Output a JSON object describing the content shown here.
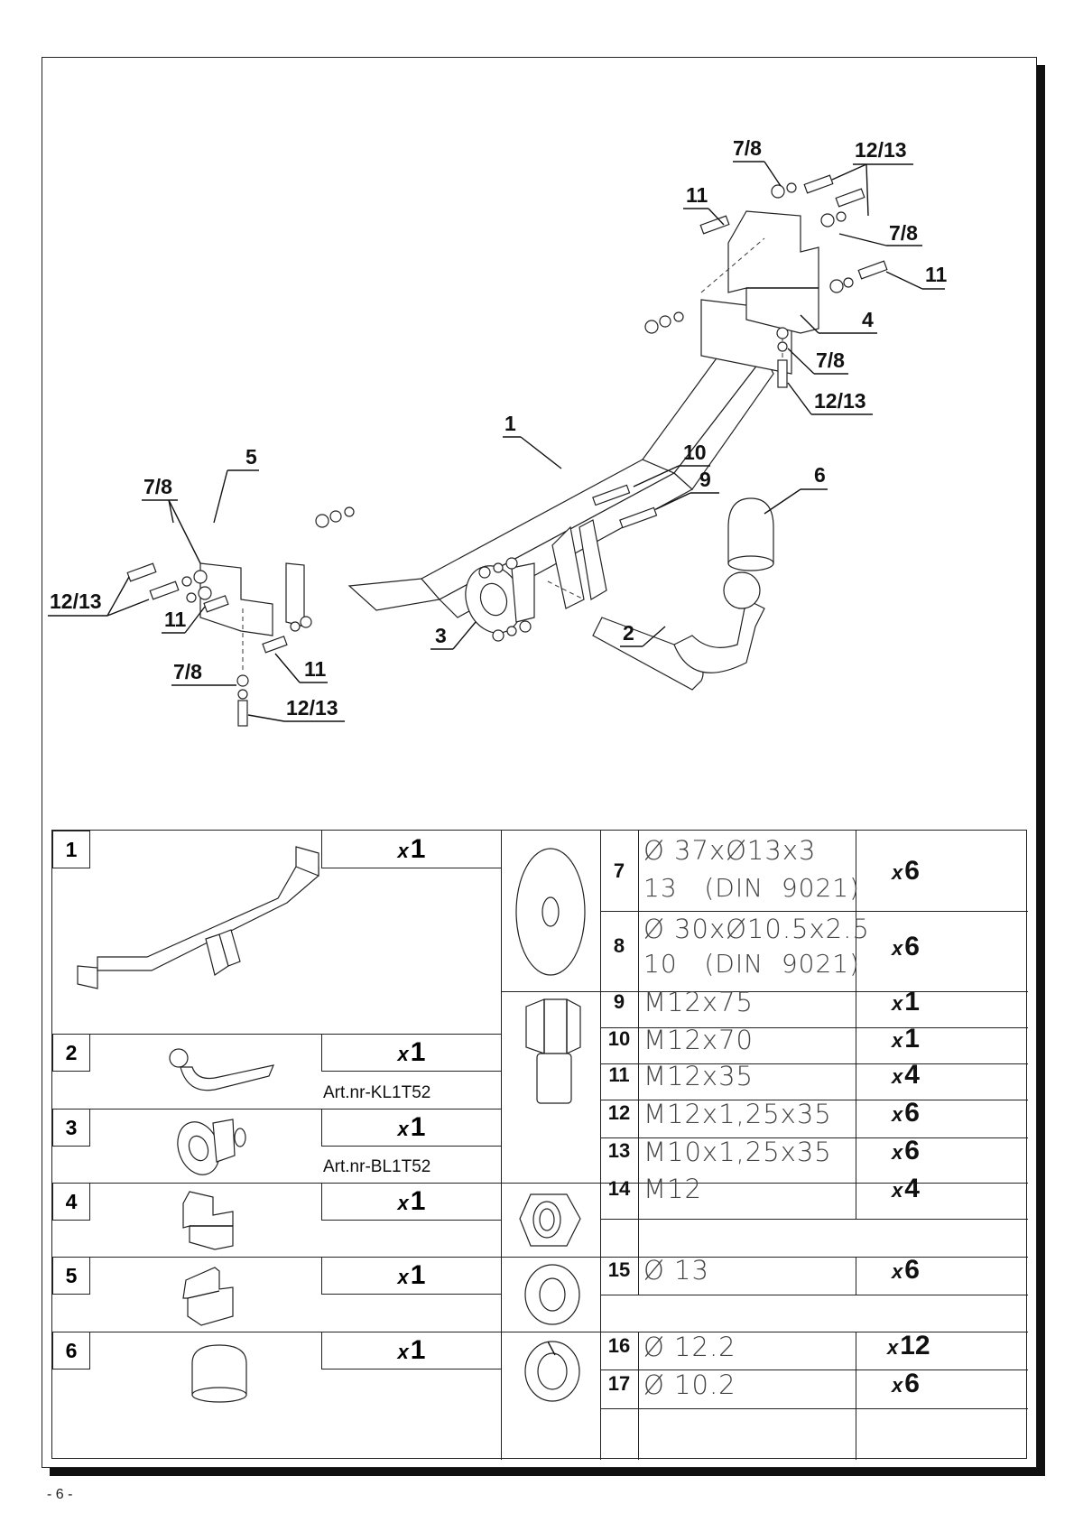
{
  "diagram": {
    "labels": [
      "1",
      "2",
      "3",
      "4",
      "5",
      "6",
      "7/8",
      "7/8",
      "7/8",
      "7/8",
      "7/8",
      "9",
      "10",
      "11",
      "11",
      "11",
      "11",
      "12/13",
      "12/13",
      "12/13",
      "12/13"
    ]
  },
  "parts": {
    "rows": [
      {
        "no": "1",
        "qty_prefix": "x",
        "qty": "1",
        "art": ""
      },
      {
        "no": "2",
        "qty_prefix": "x",
        "qty": "1",
        "art": "Art.nr-KL1T52"
      },
      {
        "no": "3",
        "qty_prefix": "x",
        "qty": "1",
        "art": "Art.nr-BL1T52"
      },
      {
        "no": "4",
        "qty_prefix": "x",
        "qty": "1",
        "art": ""
      },
      {
        "no": "5",
        "qty_prefix": "x",
        "qty": "1",
        "art": ""
      },
      {
        "no": "6",
        "qty_prefix": "x",
        "qty": "1",
        "art": ""
      }
    ],
    "hardware": [
      {
        "no": "7",
        "spec": "Ø 37xØ13x3",
        "spec2": "13   (DIN  9021)",
        "qty_prefix": "x",
        "qty": "6"
      },
      {
        "no": "8",
        "spec": "Ø 30xØ10.5x2.5",
        "spec2": "10   (DIN  9021)",
        "qty_prefix": "x",
        "qty": "6"
      },
      {
        "no": "9",
        "spec": "M12x75",
        "qty_prefix": "x",
        "qty": "1"
      },
      {
        "no": "10",
        "spec": "M12x70",
        "qty_prefix": "x",
        "qty": "1"
      },
      {
        "no": "11",
        "spec": "M12x35",
        "qty_prefix": "x",
        "qty": "4"
      },
      {
        "no": "12",
        "spec": "M12x1,25x35",
        "qty_prefix": "x",
        "qty": "6"
      },
      {
        "no": "13",
        "spec": "M10x1,25x35",
        "qty_prefix": "x",
        "qty": "6"
      },
      {
        "no": "14",
        "spec": "M12",
        "qty_prefix": "x",
        "qty": "4"
      },
      {
        "no": "15",
        "spec": "Ø 13",
        "qty_prefix": "x",
        "qty": "6"
      },
      {
        "no": "16",
        "spec": "Ø 12.2",
        "qty_prefix": "x",
        "qty": "12"
      },
      {
        "no": "17",
        "spec": "Ø 10.2",
        "qty_prefix": "x",
        "qty": "6"
      }
    ]
  },
  "page_number": "- 6 -"
}
